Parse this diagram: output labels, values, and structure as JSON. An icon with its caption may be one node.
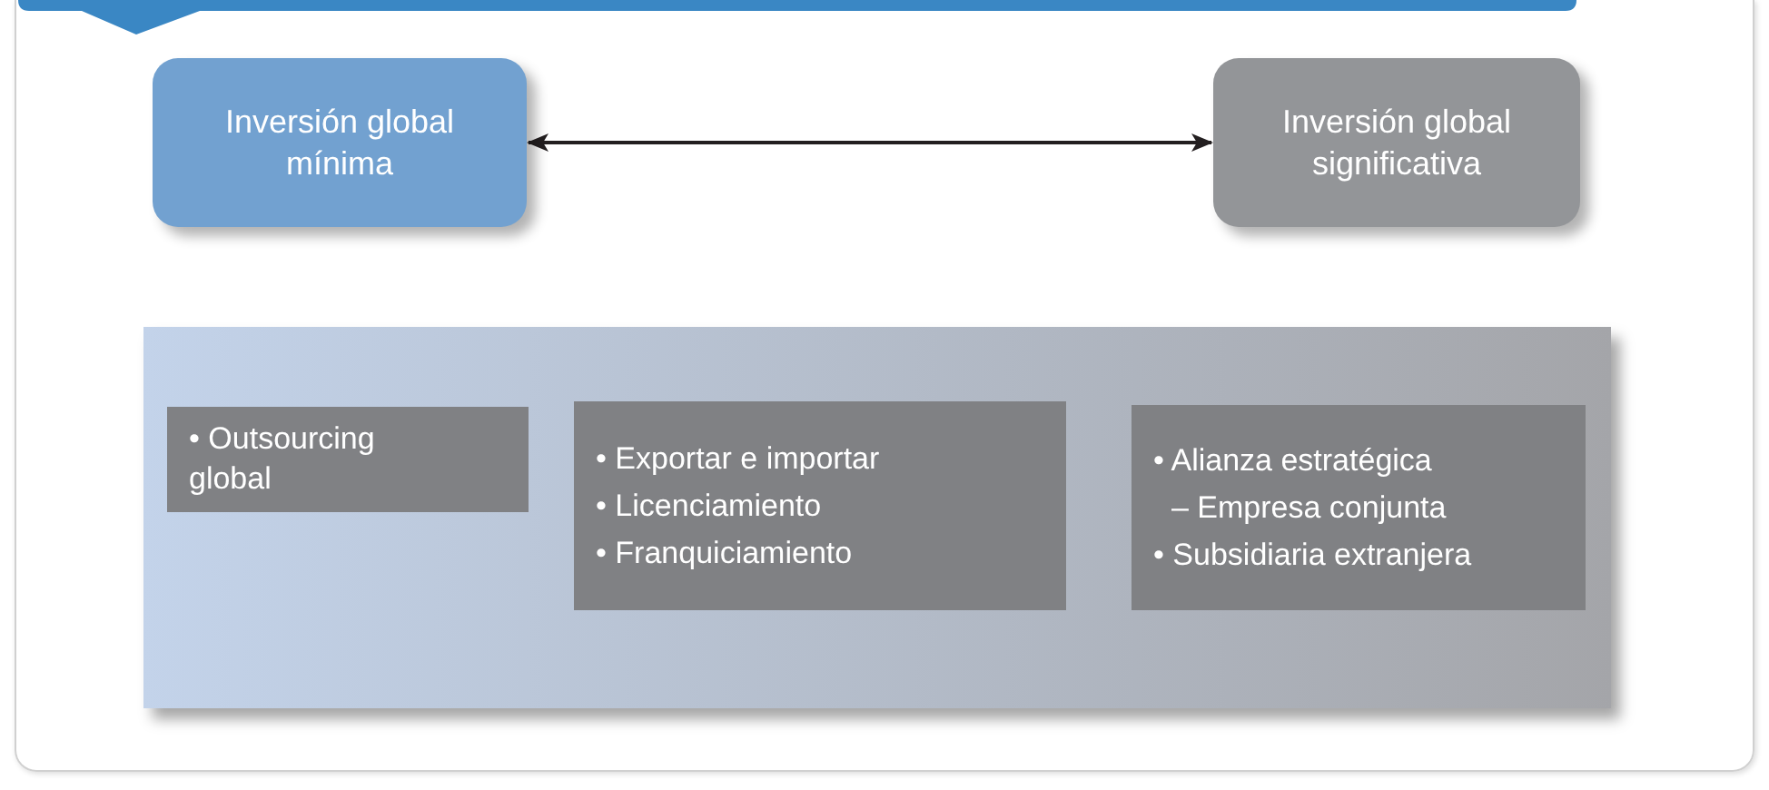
{
  "diagram": {
    "nodes": [
      {
        "text": [
          "Inversión global mínima"
        ]
      },
      {
        "text": [
          "Inversión global significativa"
        ]
      },
      {
        "text": [],
        "shape": "box"
      },
      {
        "text": [
          "• Outsourcing global"
        ],
        "in": 2
      },
      {
        "text": [
          "• Exportar e importar",
          "• Licenciamiento",
          "• Franquiciamiento"
        ],
        "in": 2
      },
      {
        "text": [
          "• Alianza estratégica",
          "– Empresa conjunta",
          "• Subsidiaria extranjera"
        ],
        "in": 2
      },
      {
        "text": [],
        "shape": "bar"
      }
    ],
    "edges": [
      {
        "from": 0,
        "to": 1,
        "arrow": "both"
      }
    ]
  }
}
